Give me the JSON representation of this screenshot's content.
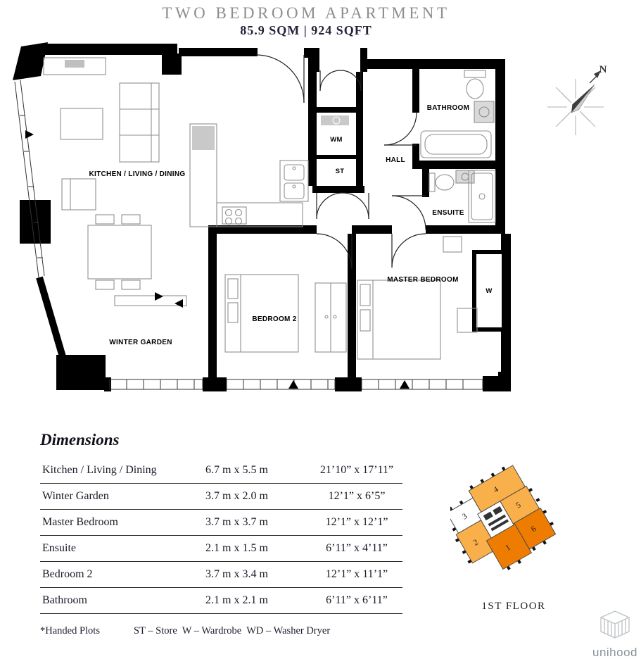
{
  "header": {
    "title": "TWO BEDROOM APARTMENT",
    "subtitle": "85.9 SQM | 924 SQFT"
  },
  "floorplan": {
    "rooms": [
      {
        "label": "KITCHEN / LIVING / DINING"
      },
      {
        "label": "WINTER GARDEN"
      },
      {
        "label": "BEDROOM 2"
      },
      {
        "label": "MASTER BEDROOM"
      },
      {
        "label": "BATHROOM"
      },
      {
        "label": "HALL"
      },
      {
        "label": "ENSUITE"
      },
      {
        "label": "WM"
      },
      {
        "label": "ST"
      },
      {
        "label": "W"
      }
    ],
    "compass_label": "N"
  },
  "dimensions": {
    "heading": "Dimensions",
    "rows": [
      {
        "room": "Kitchen / Living / Dining",
        "metric": "6.7 m x 5.5 m",
        "imperial": "21’10” x 17’11”"
      },
      {
        "room": "Winter Garden",
        "metric": "3.7 m x 2.0 m",
        "imperial": "12’1” x 6’5”"
      },
      {
        "room": "Master Bedroom",
        "metric": "3.7 m x 3.7 m",
        "imperial": "12’1” x 12’1”"
      },
      {
        "room": "Ensuite",
        "metric": "2.1 m x 1.5 m",
        "imperial": "6’11” x 4’11”"
      },
      {
        "room": "Bedroom 2",
        "metric": "3.7 m x 3.4 m",
        "imperial": "12’1” x 11’1”"
      },
      {
        "room": "Bathroom",
        "metric": "2.1 m x 2.1 m",
        "imperial": "6’11” x 6’11”"
      }
    ]
  },
  "footnote": {
    "handed": "*Handed Plots",
    "legend": "ST – Store  W – Wardrobe  WD – Washer Dryer"
  },
  "keyplan": {
    "floor_label": "1ST FLOOR",
    "units": [
      "1",
      "2",
      "3",
      "4",
      "5",
      "6"
    ]
  },
  "brand": {
    "logo_text": "unihood"
  },
  "colors": {
    "accent_orange": "#ee7c00",
    "light_orange": "#f9b04a",
    "title_gray": "#8e8d92",
    "text_dark": "#1b1b2b"
  }
}
